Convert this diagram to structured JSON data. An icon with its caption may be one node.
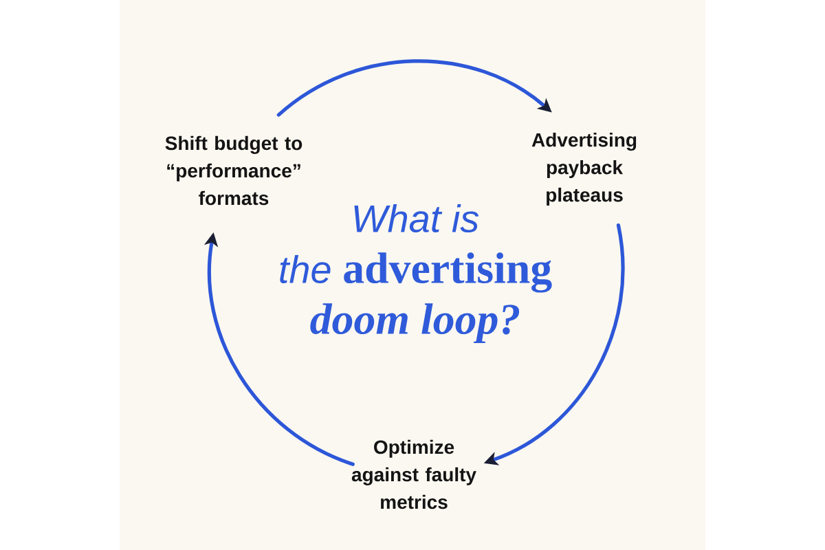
{
  "diagram": {
    "title": "What is the **advertising** *doom loop?*",
    "nodes": [
      {
        "text": [
          "Shift budget to “performance” formats"
        ]
      },
      {
        "text": [
          "Advertising payback plateaus"
        ]
      },
      {
        "text": [
          "Optimize against faulty metrics"
        ]
      }
    ],
    "edges": [
      {
        "from": 0,
        "to": 1,
        "arrow": "to"
      },
      {
        "from": 1,
        "to": 2,
        "arrow": "to"
      },
      {
        "from": 2,
        "to": 0,
        "arrow": "to"
      }
    ]
  }
}
